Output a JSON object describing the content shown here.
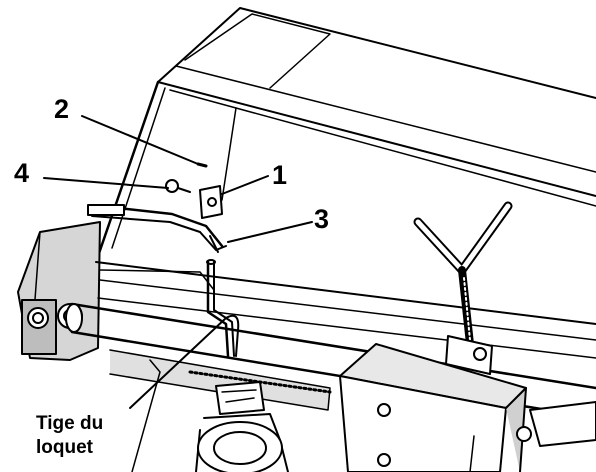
{
  "callouts": {
    "c1": "1",
    "c2": "2",
    "c3": "3",
    "c4": "4"
  },
  "caption": {
    "line1": "Tige du",
    "line2": "loquet"
  },
  "colors": {
    "line": "#000000",
    "shade": "#d6d6d6",
    "background": "#ffffff"
  }
}
